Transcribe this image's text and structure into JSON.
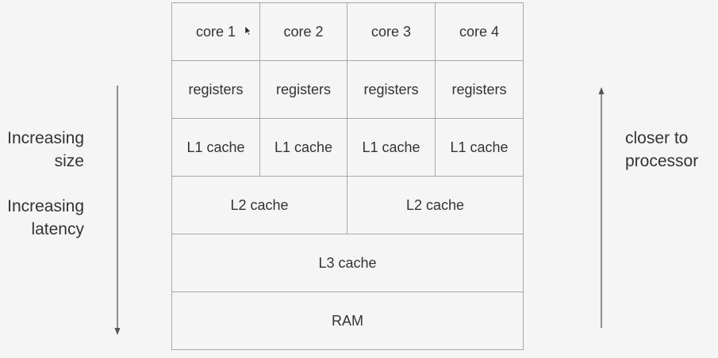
{
  "left_labels": {
    "size": [
      "Increasing",
      "size"
    ],
    "latency": [
      "Increasing",
      "latency"
    ]
  },
  "right_label": [
    "closer to",
    "processor"
  ],
  "hierarchy": {
    "cores": [
      "core 1",
      "core 2",
      "core 3",
      "core 4"
    ],
    "registers": [
      "registers",
      "registers",
      "registers",
      "registers"
    ],
    "l1": [
      "L1 cache",
      "L1 cache",
      "L1 cache",
      "L1 cache"
    ],
    "l2": [
      "L2 cache",
      "L2 cache"
    ],
    "l3": "L3 cache",
    "ram": "RAM"
  },
  "colors": {
    "background": "#f5f5f5",
    "text": "#333333",
    "grid_line": "#a8a8a8",
    "arrow": "#555555"
  }
}
